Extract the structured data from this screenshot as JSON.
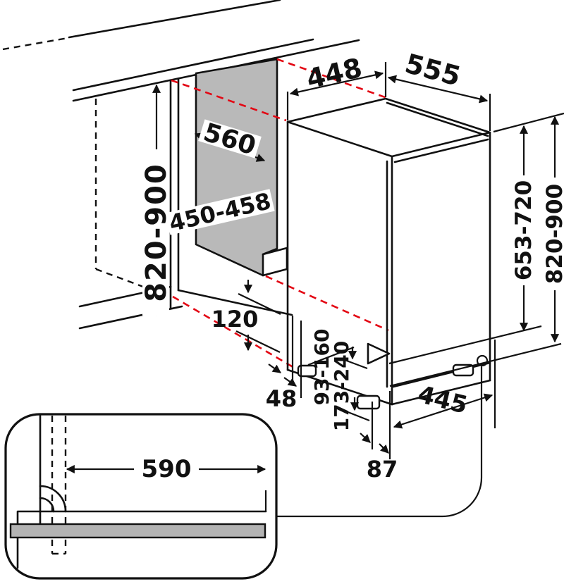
{
  "title": "Built-in dishwasher installation dimensions diagram",
  "colors": {
    "line": "#111111",
    "projection_red": "#e30613",
    "niche_panel_gray": "#b9b9b9",
    "plinth_bar_gray": "#b3b3b3",
    "background": "#ffffff"
  },
  "dimensions": {
    "top_width": "448",
    "top_depth": "555",
    "niche_depth": "560",
    "niche_width": "450-458",
    "niche_height_left": "820-900",
    "plinth_clearance": "120",
    "rear_offset": "48",
    "foot_range_small": "93-160",
    "foot_range_large": "173-240",
    "front_foot_offset": "87",
    "hose_hole_distance": "445",
    "door_panel_height": "653-720",
    "overall_height_right": "820-900",
    "hose_reach": "590"
  }
}
